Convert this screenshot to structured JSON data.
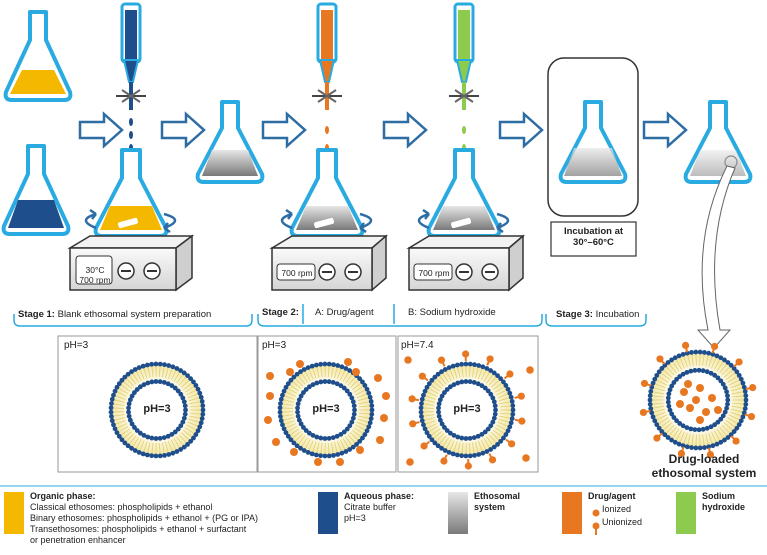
{
  "stages": {
    "stage1": {
      "prefix": "Stage 1:",
      "text": " Blank ethosomal system preparation"
    },
    "stage2": {
      "prefix": "Stage 2:",
      "a": "A: Drug/agent",
      "b": "B: Sodium hydroxide"
    },
    "stage3": {
      "prefix": "Stage 3:",
      "text": " Incubation"
    }
  },
  "stirrers": {
    "s1": {
      "temp": "30°C",
      "rpm": "700 rpm"
    },
    "s2": {
      "rpm": "700 rpm"
    },
    "s3": {
      "rpm": "700 rpm"
    }
  },
  "incubation": {
    "line1": "Incubation at",
    "line2": "30°–60°C"
  },
  "panels": {
    "p1": {
      "outer_ph": "pH=3",
      "inner_ph": "pH=3"
    },
    "p2": {
      "outer_ph": "pH=3",
      "inner_ph": "pH=3"
    },
    "p3": {
      "outer_ph": "pH=7.4",
      "inner_ph": "pH=3"
    }
  },
  "final_label": {
    "line1": "Drug-loaded",
    "line2": "ethosomal system"
  },
  "legend": {
    "organic": {
      "title": "Organic phase:",
      "lines": [
        "Classical ethosomes: phospholipids + ethanol",
        "Binary ethosomes: phospholipids + ethanol + (PG or IPA)",
        "Transethosomes: phospholipids + ethanol + surfactant",
        "or penetration enhancer"
      ]
    },
    "aqueous": {
      "title": "Aqueous phase:",
      "lines": [
        "Citrate buffer",
        "pH=3"
      ]
    },
    "ethosomal": {
      "title": "Ethosomal",
      "line2": "system"
    },
    "drug": {
      "title": "Drug/agent",
      "ionized": "Ionized",
      "unionized": "Unionized"
    },
    "naoh": {
      "title": "Sodium",
      "line2": "hydroxide"
    }
  },
  "colors": {
    "organic": "#F5B800",
    "aqueous": "#1F4E8C",
    "ethosomal": "#A6A6A6",
    "drug": "#E87722",
    "naoh": "#8CCB4E",
    "flask_outline": "#29ABE2",
    "arrow": "#2E6DA4"
  }
}
